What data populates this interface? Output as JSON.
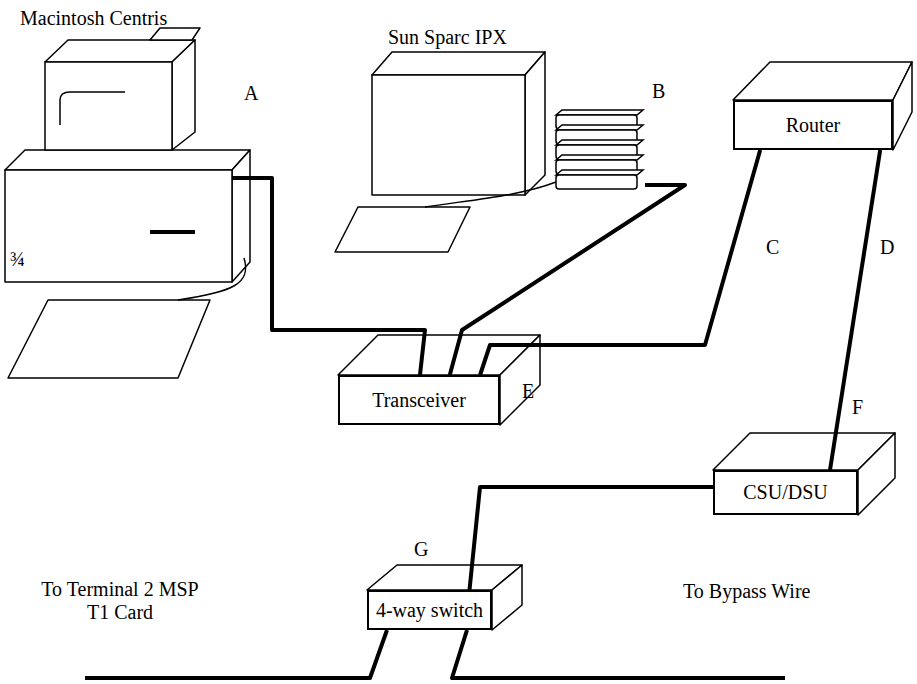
{
  "diagram": {
    "nodes": [
      {
        "text": [
          "Macintosh Centris"
        ]
      },
      {
        "text": [
          "Sun Sparc IPX"
        ]
      },
      {
        "text": [
          "Router"
        ]
      },
      {
        "text": [
          "Transceiver"
        ]
      },
      {
        "text": [
          "CSU/DSU"
        ]
      },
      {
        "text": [
          "4-way switch"
        ]
      }
    ],
    "edges": [
      {
        "from": 0,
        "to": 3,
        "arrow": "none"
      },
      {
        "from": 1,
        "to": 3,
        "arrow": "none"
      },
      {
        "from": 3,
        "to": 2,
        "arrow": "none"
      },
      {
        "from": 2,
        "to": 4,
        "arrow": "none"
      },
      {
        "from": 4,
        "to": 5,
        "arrow": "none"
      }
    ],
    "labels": [
      "A",
      "B",
      "C",
      "D",
      "E",
      "F",
      "G",
      "¾",
      "To Terminal 2 MSP T1 Card",
      "To Bypass Wire"
    ]
  }
}
